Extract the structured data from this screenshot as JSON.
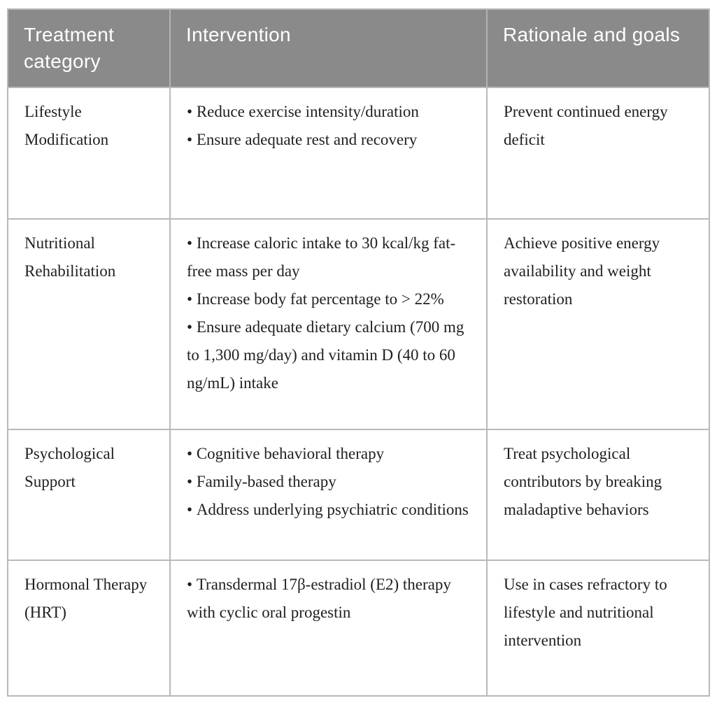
{
  "table": {
    "columns": [
      "Treatment category",
      "Intervention",
      "Rationale and goals"
    ],
    "rows": [
      {
        "category": "Lifestyle Modification",
        "interventions": [
          "Reduce exercise intensity/duration",
          "Ensure adequate rest and recovery"
        ],
        "rationale": "Prevent continued energy deficit"
      },
      {
        "category": "Nutritional Rehabilitation",
        "interventions": [
          "Increase caloric intake to 30 kcal/kg fat-free mass per day",
          "Increase body fat percentage to > 22%",
          "Ensure adequate dietary calcium (700 mg to 1,300 mg/day) and vitamin D (40 to 60 ng/mL) intake"
        ],
        "rationale": "Achieve positive energy availability and weight restoration"
      },
      {
        "category": "Psychological Support",
        "interventions": [
          "Cognitive behavioral therapy",
          "Family-based therapy",
          "Address underlying psychiatric conditions"
        ],
        "rationale": "Treat psychological contributors by breaking maladaptive behaviors"
      },
      {
        "category": "Hormonal Therapy (HRT)",
        "interventions": [
          "Transdermal 17β-estradiol (E2) therapy with cyclic oral progestin"
        ],
        "rationale": "Use in cases refractory to lifestyle and nutritional intervention"
      }
    ]
  },
  "colors": {
    "header_background": "#8a8a8a",
    "header_text": "#ffffff",
    "grid_border": "#b9b9b9",
    "body_text": "#1f1f1f"
  }
}
